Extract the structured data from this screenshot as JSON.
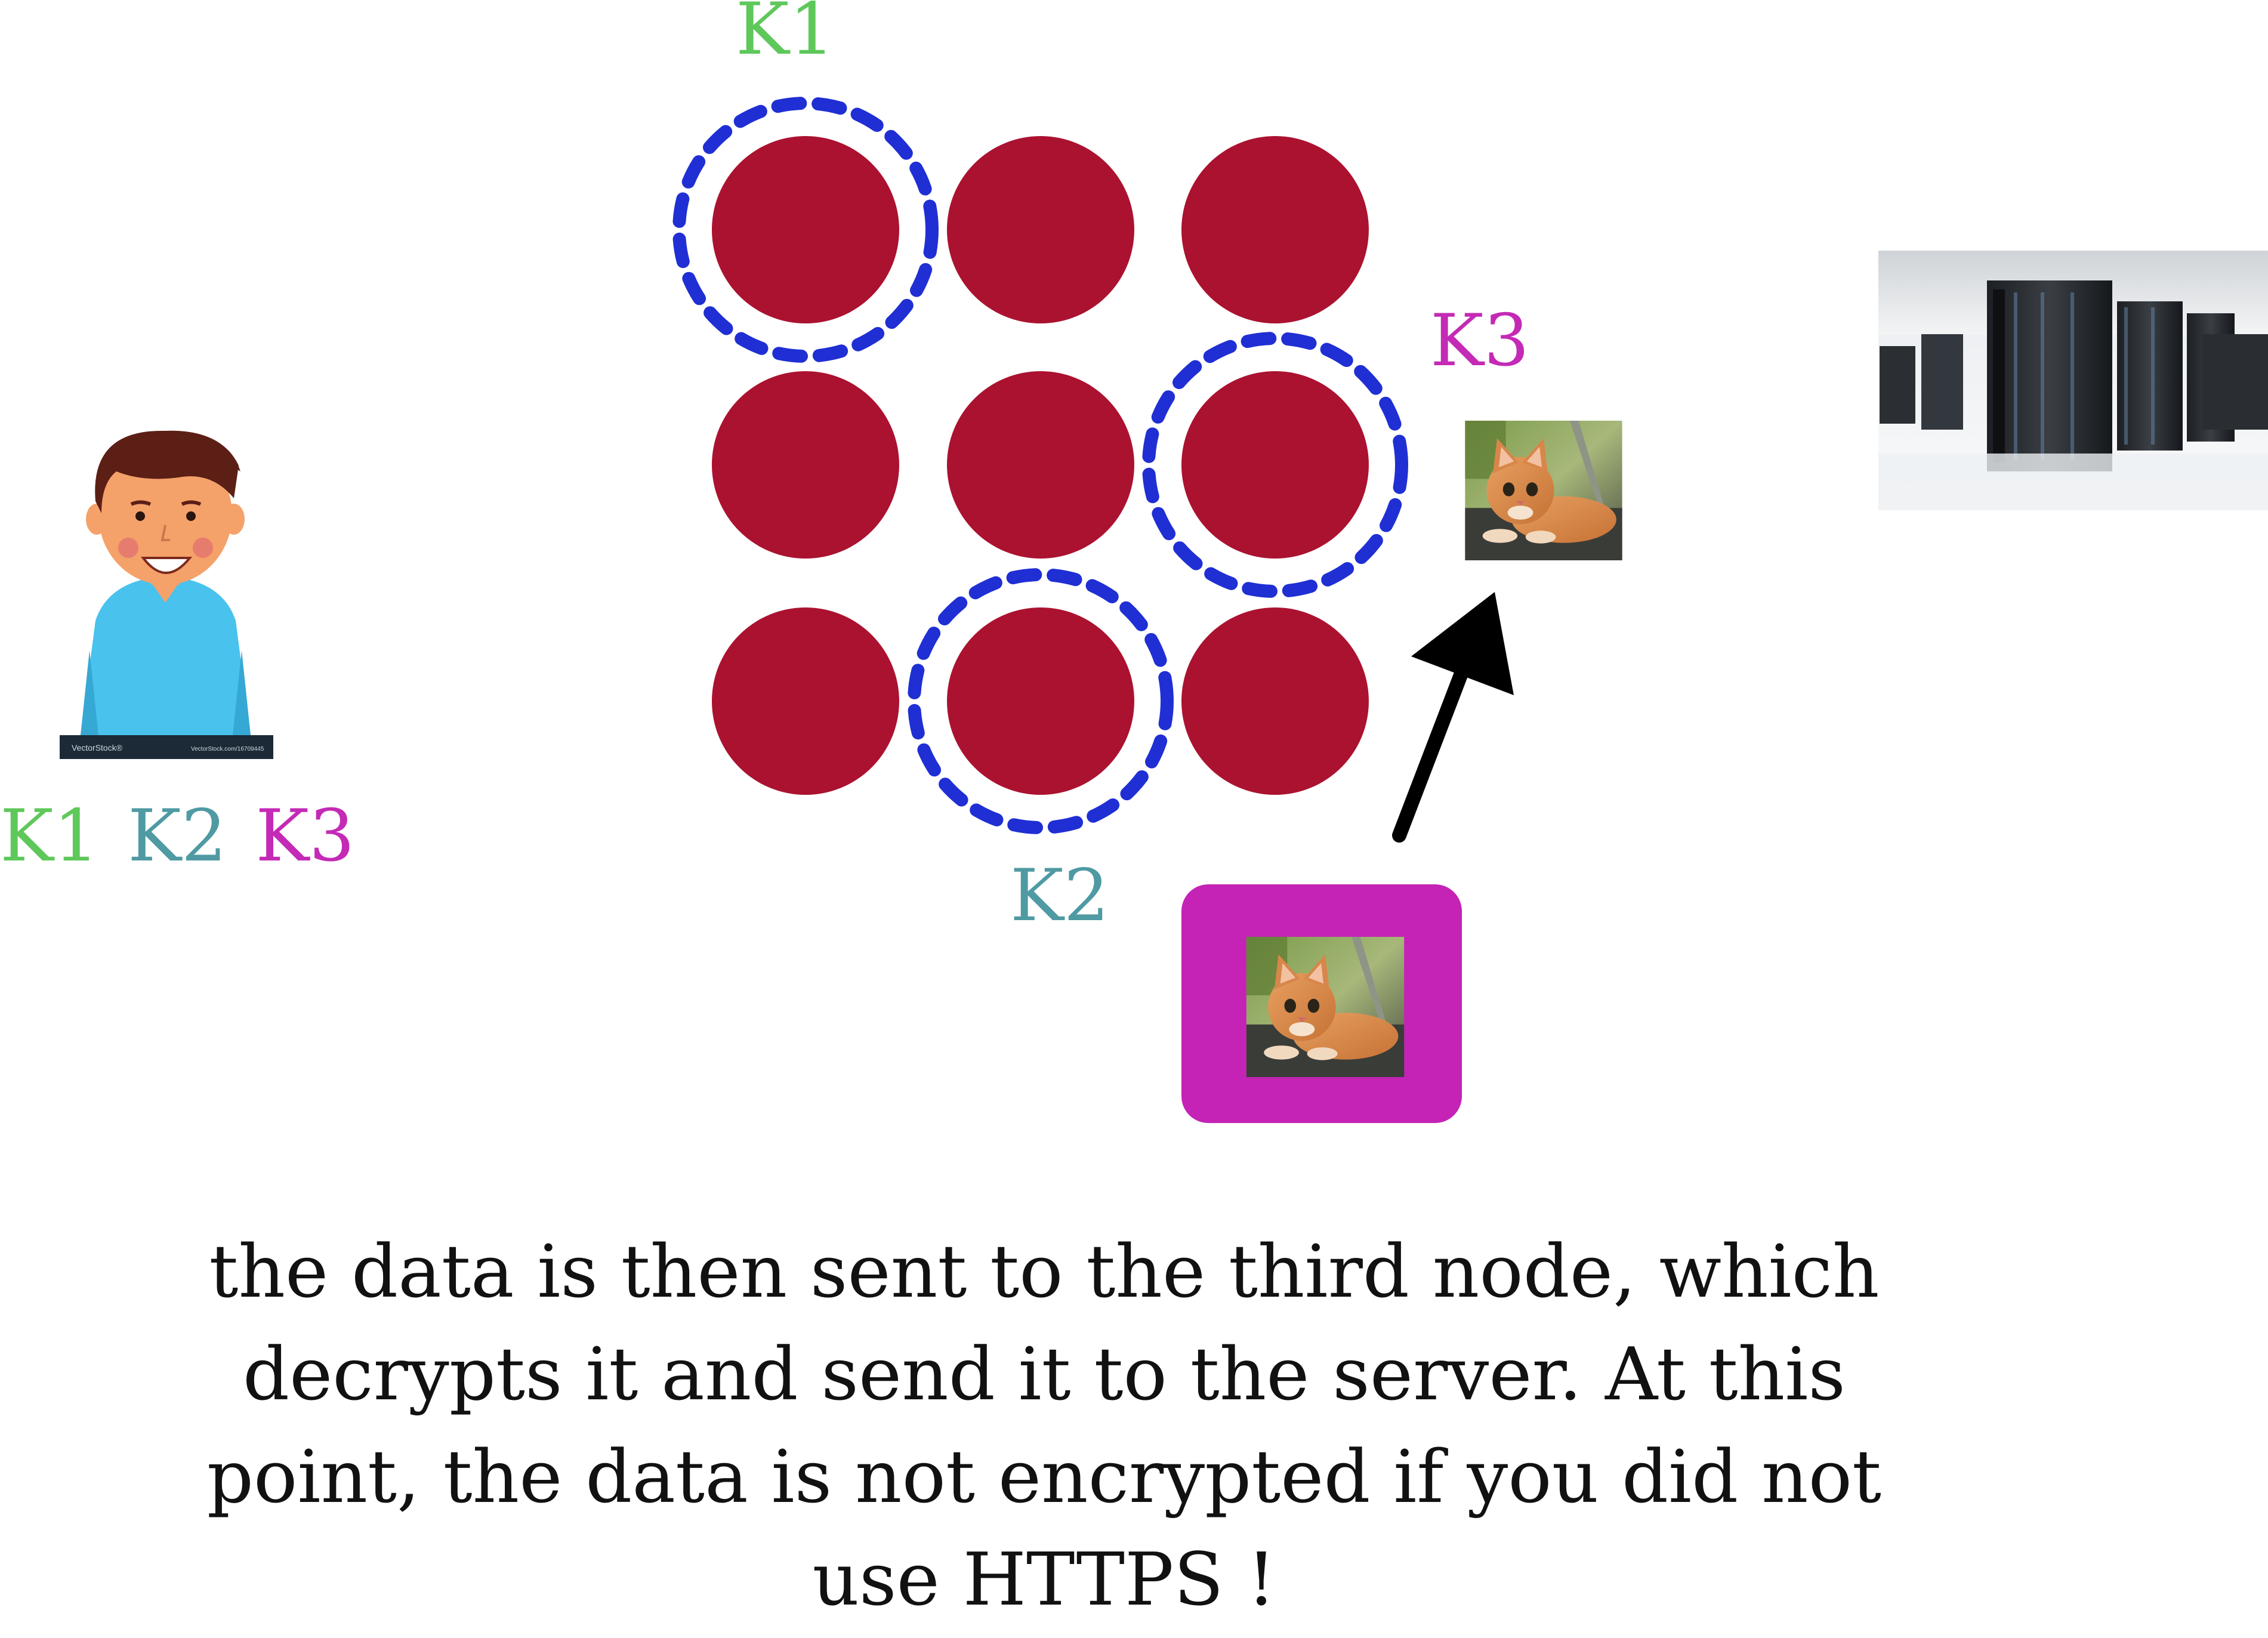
{
  "diagram": {
    "key_labels": {
      "k1": "K1",
      "k2": "K2",
      "k3": "K3"
    },
    "user_keys": [
      "K1",
      "K2",
      "K3"
    ],
    "watermark": {
      "left": "VectorStock®",
      "right": "VectorStock.com/16709445"
    },
    "caption_lines": [
      "the data is then sent to the third node, which",
      "decrypts it and send it to the server. At this",
      "point, the data is not encrypted if you did not",
      "use HTTPS !"
    ],
    "colors": {
      "node": "#ab1230",
      "dashed_ring": "#1f2fd4",
      "k1": "#5ec85a",
      "k2": "#4f9aa3",
      "k3": "#c42ab5",
      "wrapper_box": "#c423b5",
      "arrow": "#000000"
    },
    "icons": {
      "user": "person-icon",
      "server": "server-room-image",
      "data": "cat-photo-image"
    }
  }
}
